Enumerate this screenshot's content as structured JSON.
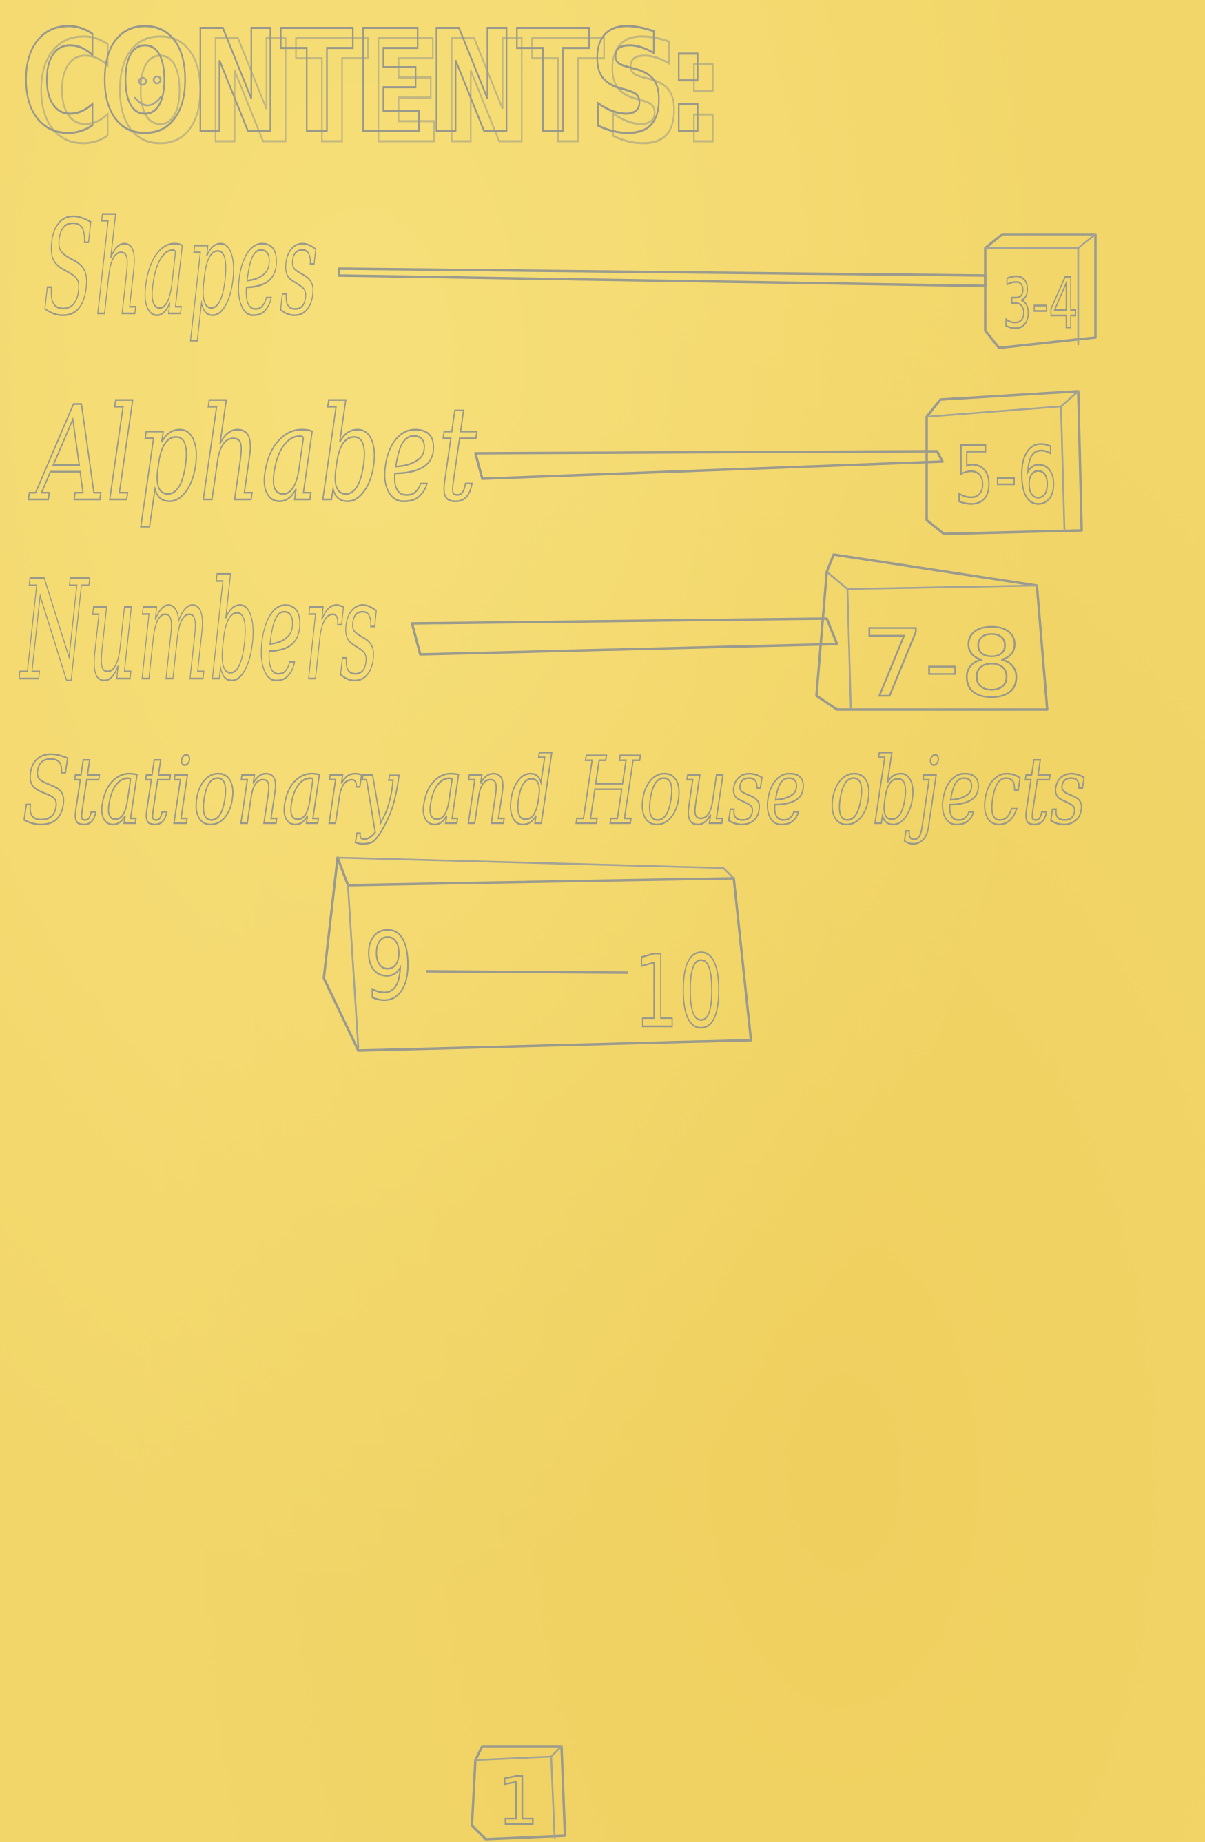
{
  "title": "CONTENTS:",
  "entries": [
    {
      "label": "Shapes",
      "pages": "3-4"
    },
    {
      "label": "Alphabet",
      "pages": "5-6"
    },
    {
      "label": "Numbers",
      "pages": "7-8"
    },
    {
      "label": "Stationary and House objects",
      "pages_start": "9",
      "pages_end": "10"
    }
  ],
  "page_number": "1",
  "colors": {
    "paper": "#f2d66a",
    "pencil": "#9a9a8e"
  }
}
